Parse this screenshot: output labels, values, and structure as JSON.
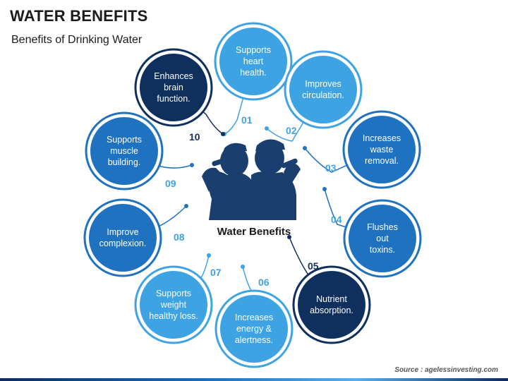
{
  "header": {
    "title": "WATER BENEFITS",
    "subtitle": "Benefits of Drinking Water"
  },
  "center": {
    "label": "Water Benefits"
  },
  "benefits": [
    {
      "number": "01",
      "text": "Supports\nheart\nhealth."
    },
    {
      "number": "02",
      "text": "Improves\ncirculation."
    },
    {
      "number": "03",
      "text": "Increases\nwaste\nremoval."
    },
    {
      "number": "04",
      "text": "Flushes\nout\ntoxins."
    },
    {
      "number": "05",
      "text": "Nutrient\nabsorption."
    },
    {
      "number": "06",
      "text": "Increases\nenergy &\nalertness."
    },
    {
      "number": "07",
      "text": "Supports\nweight\nhealthy loss."
    },
    {
      "number": "08",
      "text": "Improve\ncomplexion."
    },
    {
      "number": "09",
      "text": "Supports\nmuscle\nbuilding."
    },
    {
      "number": "10",
      "text": "Enhances\nbrain\nfunction."
    }
  ],
  "footer": {
    "source": "Source : agelessinvesting.com"
  },
  "colors": {
    "light_blue": "#3ea3e3",
    "mid_blue": "#1f72c0",
    "navy": "#0f2f5c",
    "silhouette": "#1a3e6e",
    "number_light": "#3ea3e3",
    "number_dark": "#0f2f5c"
  }
}
